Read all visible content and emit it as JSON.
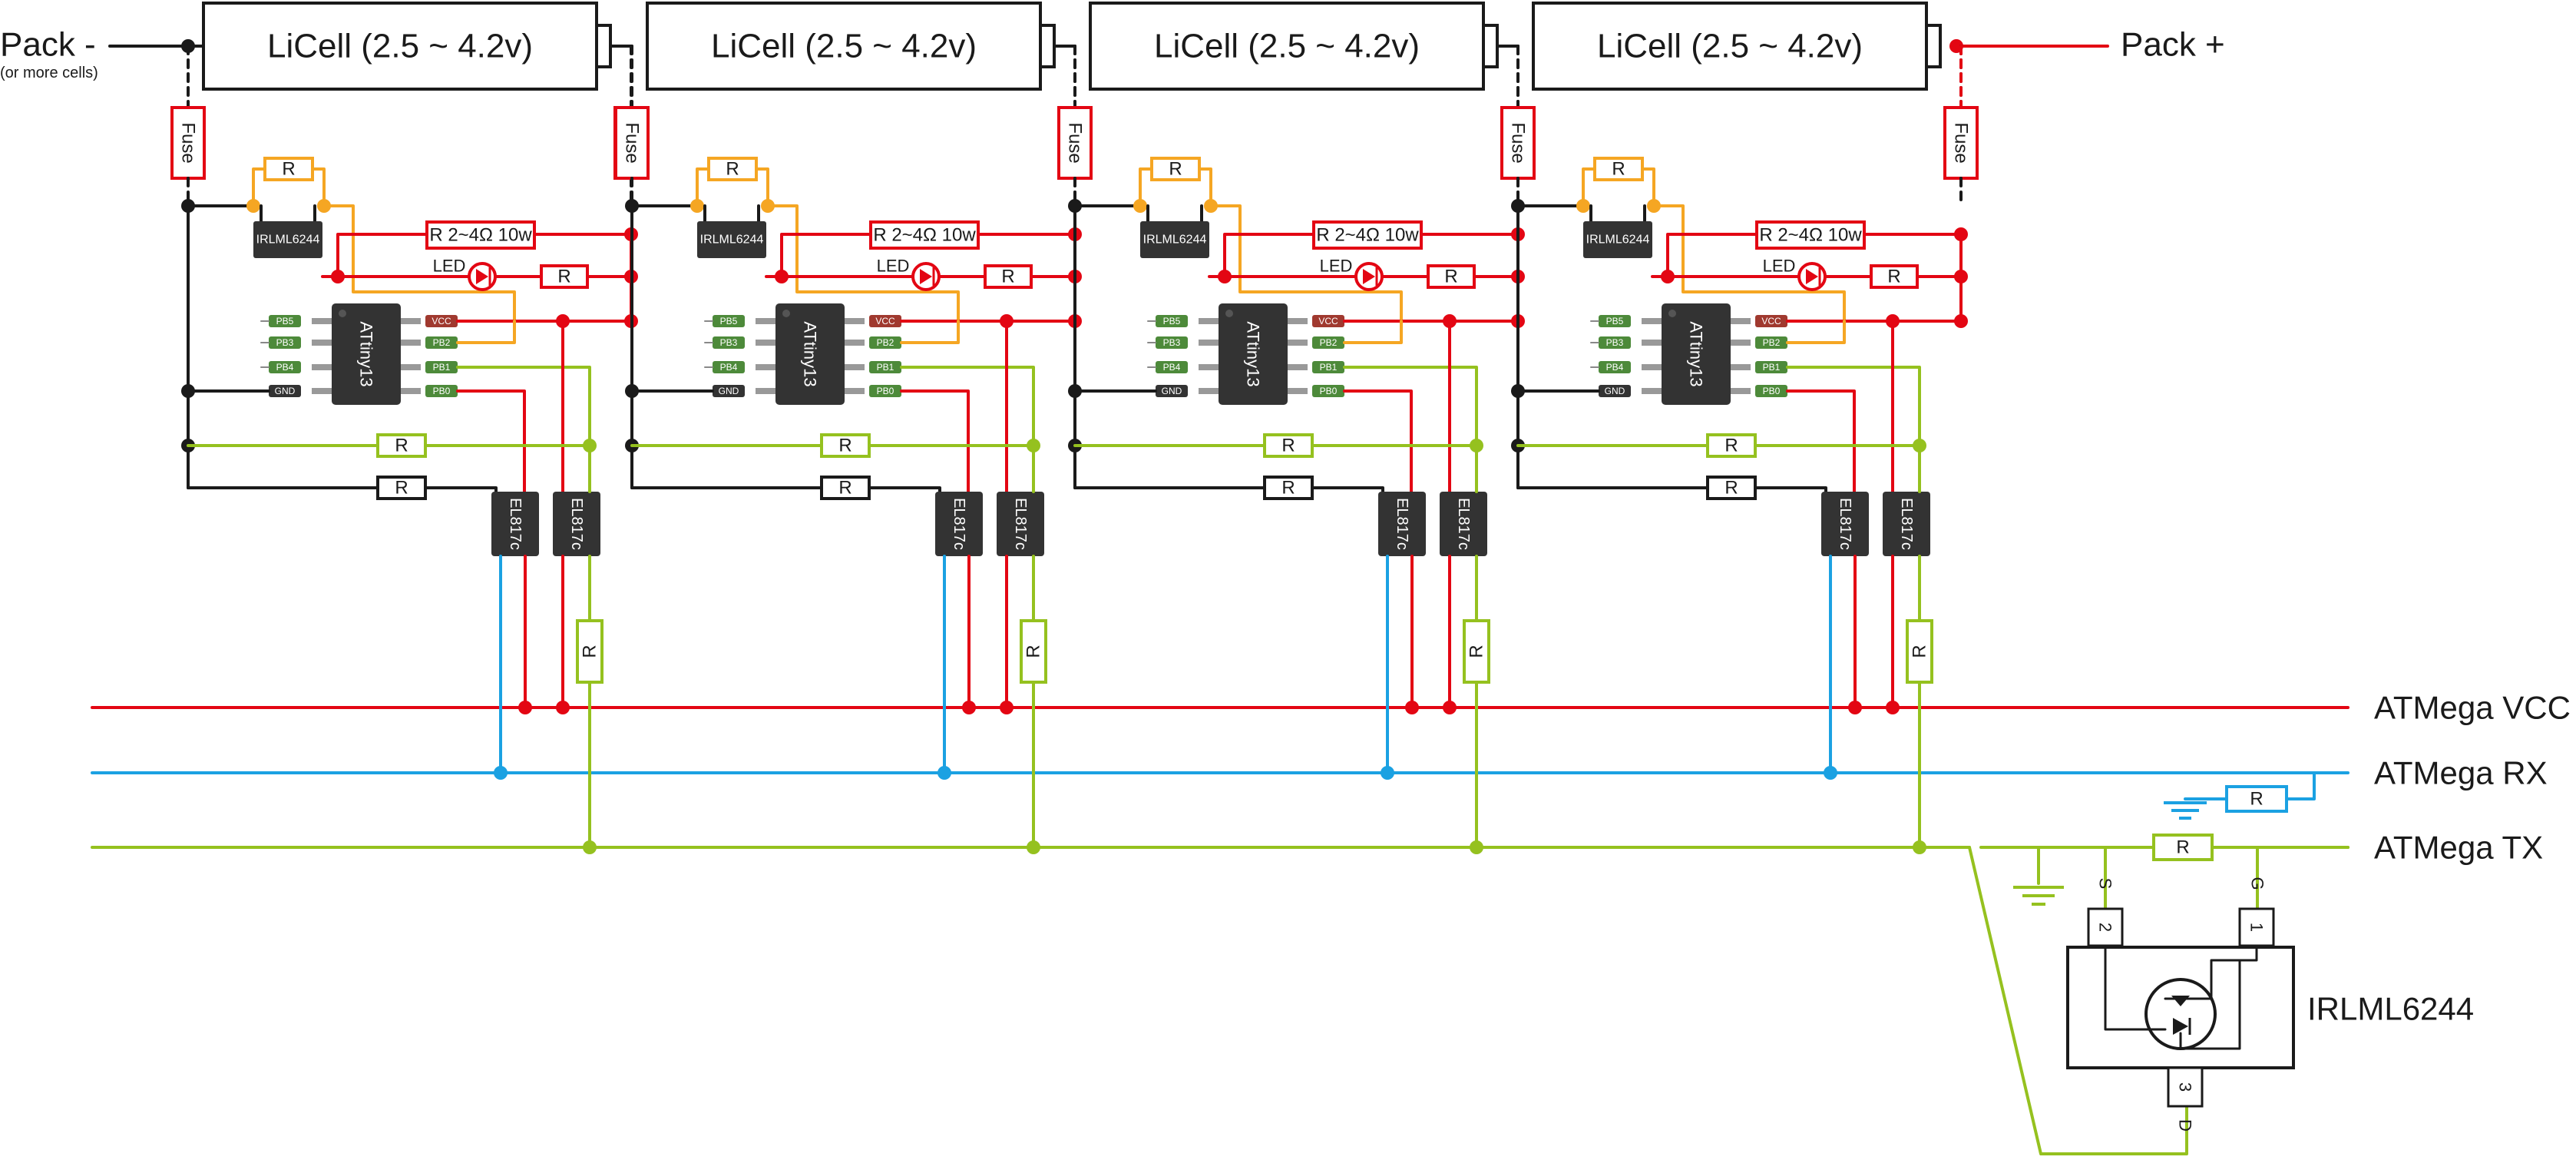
{
  "labels": {
    "pack_minus": "Pack -",
    "pack_minus_note": "(or more cells)",
    "pack_plus": "Pack +",
    "cell": "LiCell (2.5 ~ 4.2v)",
    "fuse": "Fuse",
    "resistor": "R",
    "mosfet": "IRLML6244",
    "power_resistor": "R 2~4Ω 10w",
    "led": "LED",
    "mcu": "ATtiny13",
    "optocoupler": "EL817c",
    "bus_vcc": "ATMega VCC",
    "bus_rx": "ATMega RX",
    "bus_tx": "ATMega TX",
    "detail_title": "IRLML6244",
    "pin_s": "S",
    "pin_g": "G",
    "pin_d": "D",
    "pin_1": "1",
    "pin_2": "2",
    "pin_3": "3"
  },
  "attiny_pins_left": [
    "PB5",
    "PB3",
    "PB4",
    "GND"
  ],
  "attiny_pins_right": [
    "VCC",
    "PB2",
    "PB1",
    "PB0"
  ],
  "colors": {
    "vcc": "#e30613",
    "rx": "#1ba1e2",
    "tx": "#95c11f",
    "orange": "#f5a623",
    "black": "#1a1a1a",
    "chip": "#333333",
    "pin_green": "#4d8a3a",
    "pin_red": "#a0392f"
  }
}
